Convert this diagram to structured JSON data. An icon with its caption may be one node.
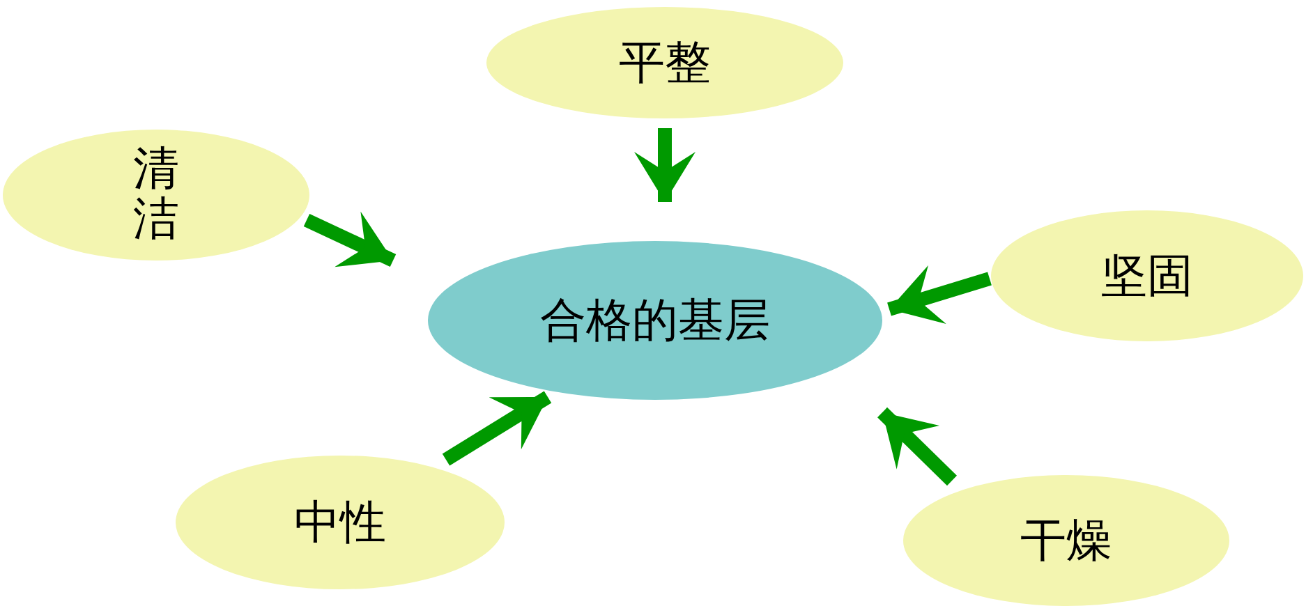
{
  "diagram": {
    "nodes": [
      {
        "text": [
          "合格的基层"
        ]
      },
      {
        "text": [
          "平整"
        ]
      },
      {
        "text": [
          "清洁"
        ]
      },
      {
        "text": [
          "坚固"
        ]
      },
      {
        "text": [
          "中性"
        ]
      },
      {
        "text": [
          "干燥"
        ]
      }
    ],
    "edges": [
      {
        "from": 1,
        "to": 0,
        "arrow": "to"
      },
      {
        "from": 2,
        "to": 0,
        "arrow": "to"
      },
      {
        "from": 3,
        "to": 0,
        "arrow": "to"
      },
      {
        "from": 4,
        "to": 0,
        "arrow": "to"
      },
      {
        "from": 5,
        "to": 0,
        "arrow": "to"
      }
    ]
  }
}
